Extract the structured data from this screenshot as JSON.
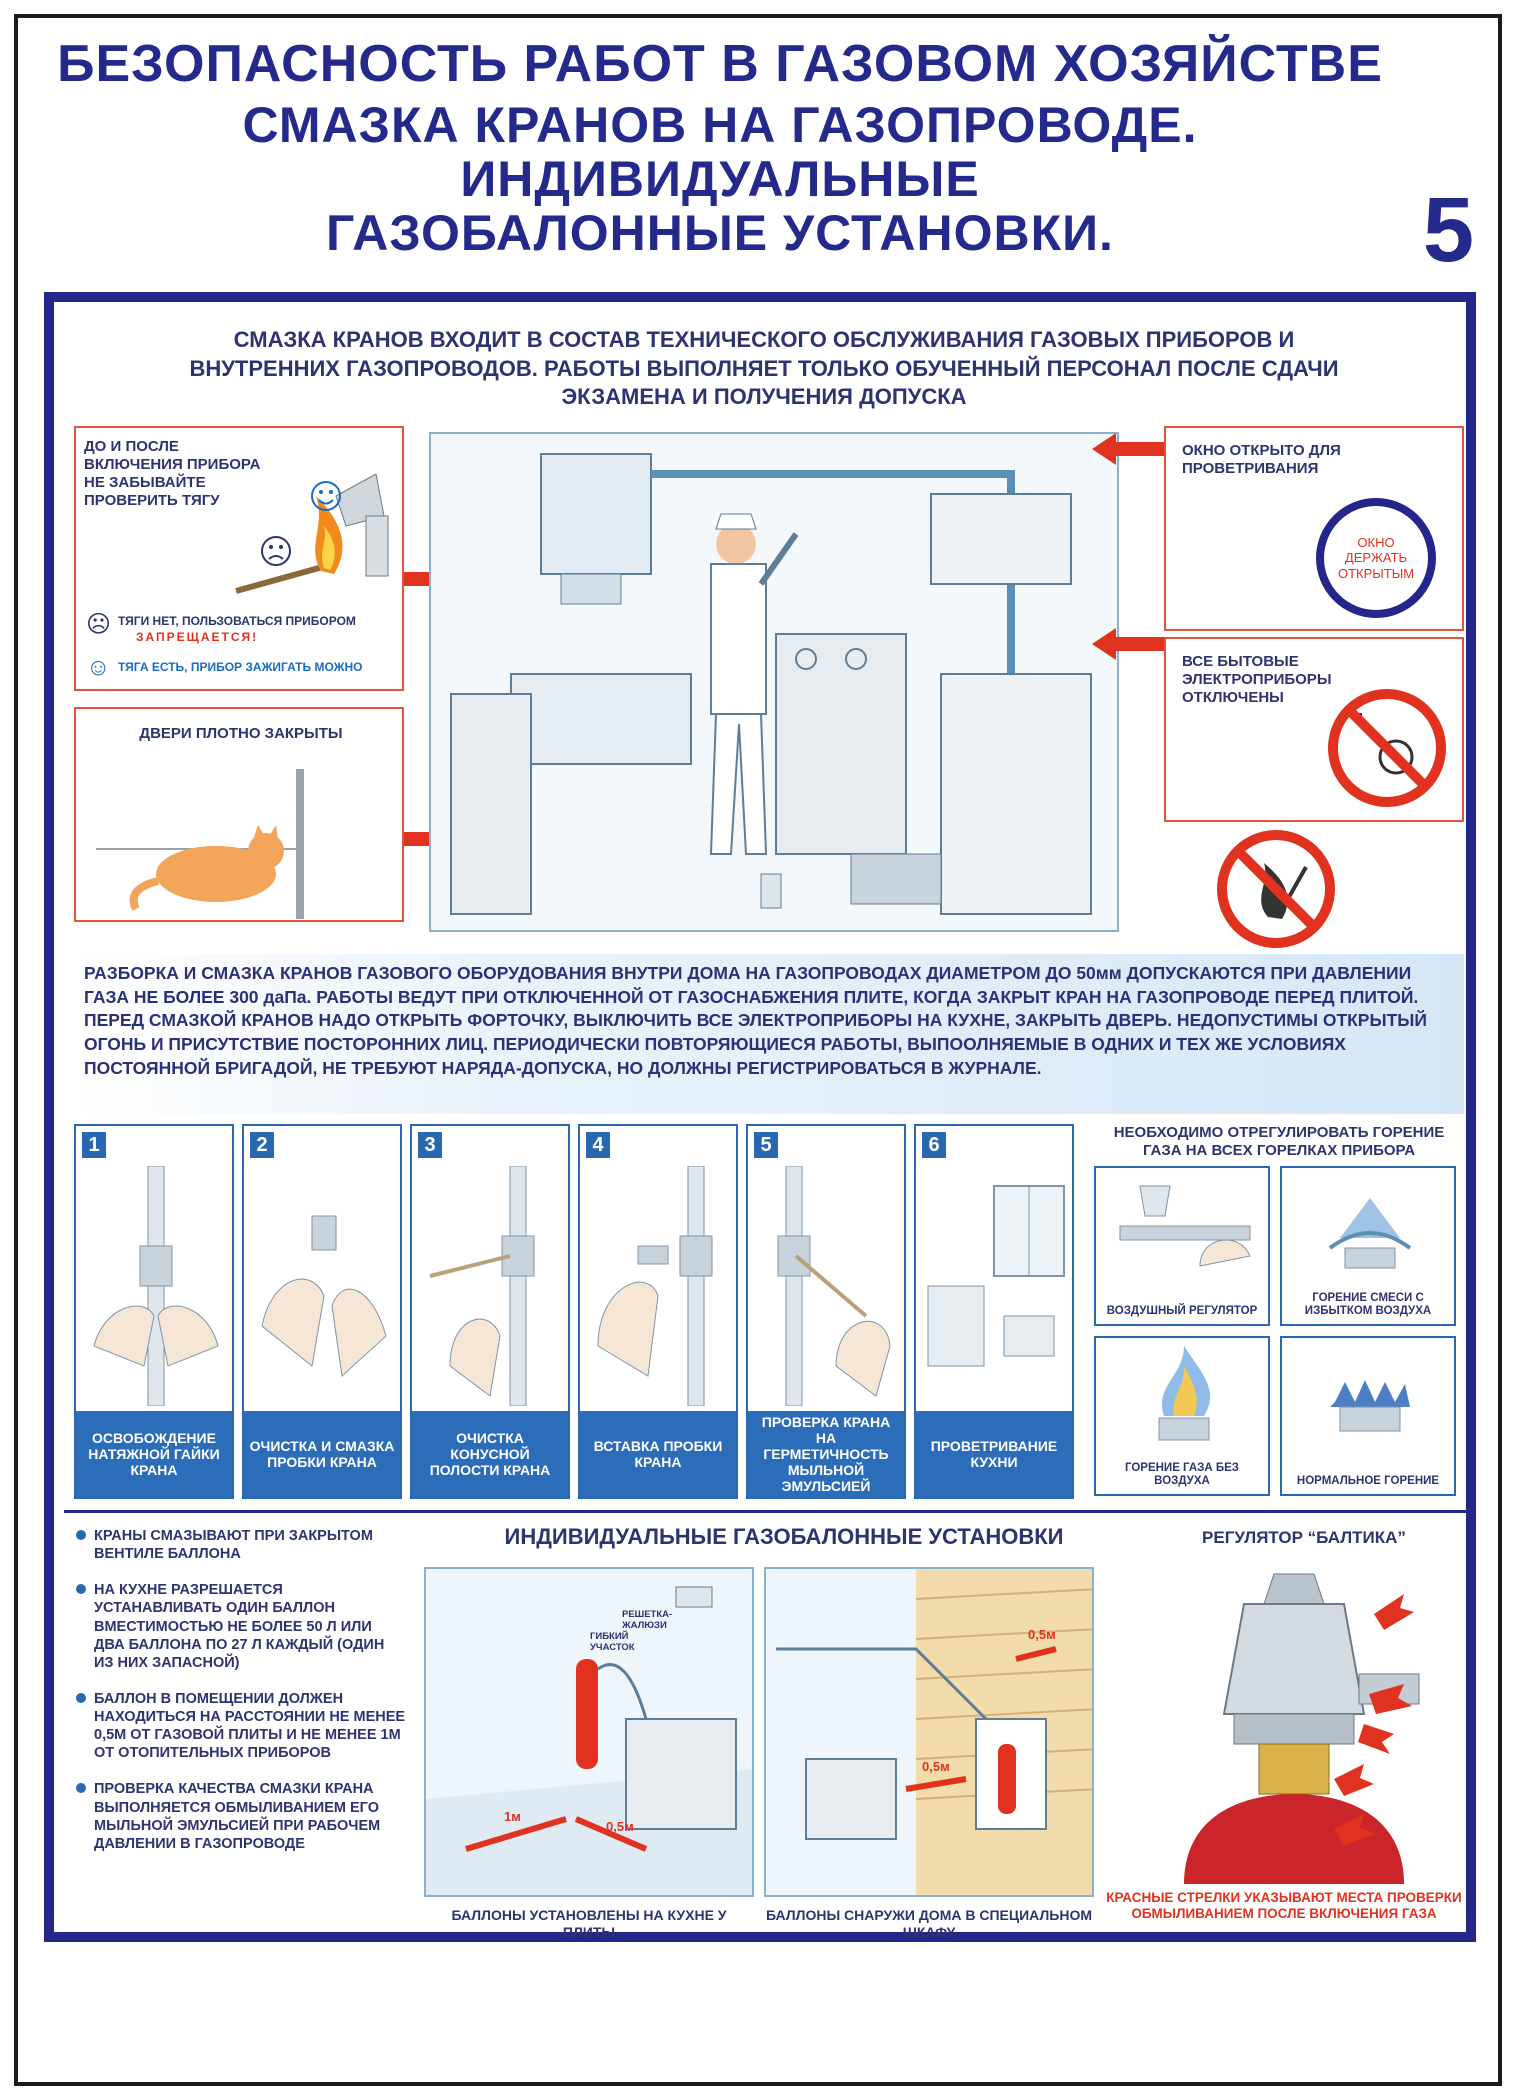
{
  "header": {
    "line1": "БЕЗОПАСНОСТЬ РАБОТ В ГАЗОВОМ ХОЗЯЙСТВЕ",
    "line2": "СМАЗКА КРАНОВ НА ГАЗОПРОВОДЕ.",
    "line3": "ИНДИВИДУАЛЬНЫЕ",
    "line4": "ГАЗОБАЛОННЫЕ УСТАНОВКИ.",
    "number": "5"
  },
  "intro": "СМАЗКА КРАНОВ ВХОДИТ В СОСТАВ ТЕХНИЧЕСКОГО ОБСЛУЖИВАНИЯ ГАЗОВЫХ ПРИБОРОВ И ВНУТРЕННИХ ГАЗОПРОВОДОВ. РАБОТЫ ВЫПОЛНЯЕТ ТОЛЬКО ОБУЧЕННЫЙ ПЕРСОНАЛ ПОСЛЕ СДАЧИ ЭКЗАМЕНА И ПОЛУЧЕНИЯ ДОПУСКА",
  "draft_box": {
    "text": "ДО И ПОСЛЕ ВКЛЮЧЕНИЯ ПРИБОРА НЕ ЗАБЫВАЙТЕ ПРОВЕРИТЬ ТЯГУ",
    "no_draft": "ТЯГИ НЕТ, ПОЛЬЗОВАТЬСЯ ПРИБОРОМ",
    "forbidden": "ЗАПРЕЩАЕТСЯ!",
    "draft_ok": "ТЯГА ЕСТЬ, ПРИБОР ЗАЖИГАТЬ МОЖНО"
  },
  "door_box": {
    "text": "ДВЕРИ ПЛОТНО ЗАКРЫТЫ"
  },
  "window_box": {
    "text": "ОКНО ОТКРЫТО ДЛЯ ПРОВЕТРИВАНИЯ",
    "sign": "ОКНО ДЕРЖАТЬ ОТКРЫТЫМ"
  },
  "appliances_box": {
    "text": "ВСЕ БЫТОВЫЕ ЭЛЕКТРОПРИБОРЫ ОТКЛЮЧЕНЫ"
  },
  "info": "РАЗБОРКА И СМАЗКА КРАНОВ ГАЗОВОГО ОБОРУДОВАНИЯ ВНУТРИ ДОМА НА ГАЗОПРОВОДАХ ДИАМЕТРОМ ДО 50мм ДОПУСКАЮТСЯ ПРИ ДАВЛЕНИИ ГАЗА НЕ БОЛЕЕ 300 даПа. РАБОТЫ ВЕДУТ ПРИ ОТКЛЮЧЕННОЙ ОТ ГАЗОСНАБЖЕНИЯ ПЛИТЕ, КОГДА ЗАКРЫТ КРАН НА ГАЗОПРОВОДЕ ПЕРЕД ПЛИТОЙ. ПЕРЕД СМАЗКОЙ КРАНОВ НАДО ОТКРЫТЬ ФОРТОЧКУ, ВЫКЛЮЧИТЬ ВСЕ ЭЛЕКТРОПРИБОРЫ НА КУХНЕ, ЗАКРЫТЬ ДВЕРЬ. НЕДОПУСТИМЫ ОТКРЫТЫЙ ОГОНЬ И ПРИСУТСТВИЕ ПОСТОРОННИХ ЛИЦ. ПЕРИОДИЧЕСКИ ПОВТОРЯЮЩИЕСЯ РАБОТЫ, ВЫПООЛНЯЕМЫЕ В ОДНИХ И ТЕХ ЖЕ УСЛОВИЯХ ПОСТОЯННОЙ БРИГАДОЙ, НЕ ТРЕБУЮТ НАРЯДА-ДОПУСКА, НО ДОЛЖНЫ РЕГИСТРИРОВАТЬСЯ В ЖУРНАЛЕ.",
  "steps": [
    {
      "num": "1",
      "caption": "ОСВОБОЖДЕНИЕ НАТЯЖНОЙ ГАЙКИ КРАНА"
    },
    {
      "num": "2",
      "caption": "ОЧИСТКА И СМАЗКА ПРОБКИ КРАНА"
    },
    {
      "num": "3",
      "caption": "ОЧИСТКА КОНУСНОЙ ПОЛОСТИ КРАНА"
    },
    {
      "num": "4",
      "caption": "ВСТАВКА ПРОБКИ КРАНА"
    },
    {
      "num": "5",
      "caption": "ПРОВЕРКА КРАНА НА ГЕРМЕТИЧНОСТЬ МЫЛЬНОЙ ЭМУЛЬСИЕЙ"
    },
    {
      "num": "6",
      "caption": "ПРОВЕТРИВАНИЕ КУХНИ"
    }
  ],
  "burners": {
    "title": "НЕОБХОДИМО ОТРЕГУЛИРОВАТЬ ГОРЕНИЕ ГАЗА НА ВСЕХ ГОРЕЛКАХ ПРИБОРА",
    "cells": [
      {
        "caption": "ВОЗДУШНЫЙ РЕГУЛЯТОР"
      },
      {
        "caption": "ГОРЕНИЕ СМЕСИ С ИЗБЫТКОМ ВОЗДУХА"
      },
      {
        "caption": "ГОРЕНИЕ ГАЗА БЕЗ ВОЗДУХА"
      },
      {
        "caption": "НОРМАЛЬНОЕ ГОРЕНИЕ"
      }
    ]
  },
  "bullets": [
    "КРАНЫ СМАЗЫВАЮТ ПРИ ЗАКРЫТОМ ВЕНТИЛЕ БАЛЛОНА",
    "НА КУХНЕ РАЗРЕШАЕТСЯ УСТАНАВЛИВАТЬ ОДИН БАЛЛОН ВМЕСТИМОСТЬЮ НЕ БОЛЕЕ 50 л ИЛИ ДВА БАЛЛОНА ПО 27 л КАЖДЫЙ (ОДИН ИЗ НИХ ЗАПАСНОЙ)",
    "БАЛЛОН В ПОМЕЩЕНИИ ДОЛЖЕН НАХОДИТЬСЯ НА РАССТОЯНИИ НЕ МЕНЕЕ 0,5м ОТ ГАЗОВОЙ ПЛИТЫ И НЕ МЕНЕЕ 1м ОТ ОТОПИТЕЛЬНЫХ ПРИБОРОВ",
    "ПРОВЕРКА КАЧЕСТВА СМАЗКИ КРАНА ВЫПОЛНЯЕТСЯ ОБМЫЛИВАНИЕМ ЕГО МЫЛЬНОЙ ЭМУЛЬСИЕЙ ПРИ РАБОЧЕМ ДАВЛЕНИИ В ГАЗОПРОВОДЕ"
  ],
  "individual": {
    "title": "ИНДИВИДУАЛЬНЫЕ ГАЗОБАЛОННЫЕ УСТАНОВКИ",
    "kitchen_caption": "БАЛЛОНЫ УСТАНОВЛЕНЫ НА КУХНЕ У ПЛИТЫ",
    "kitchen_labels": {
      "grille": "РЕШЕТКА-ЖАЛЮЗИ",
      "flex": "ГИБКИЙ УЧАСТОК",
      "d1": "1м",
      "d2": "0,5м"
    },
    "outside_caption": "БАЛЛОНЫ СНАРУЖИ ДОМА В СПЕЦИАЛЬНОМ ШКАФУ",
    "outside_labels": {
      "d1": "0,5м",
      "d2": "0,5м"
    }
  },
  "regulator": {
    "title": "РЕГУЛЯТОР “БАЛТИКА”",
    "note": "КРАСНЫЕ СТРЕЛКИ УКАЗЫВАЮТ МЕСТА ПРОВЕРКИ ОБМЫЛИВАНИЕМ ПОСЛЕ ВКЛЮЧЕНИЯ ГАЗА"
  },
  "colors": {
    "brand_blue": "#23268a",
    "accent_red": "#e0321e",
    "step_blue": "#2b6db8"
  }
}
